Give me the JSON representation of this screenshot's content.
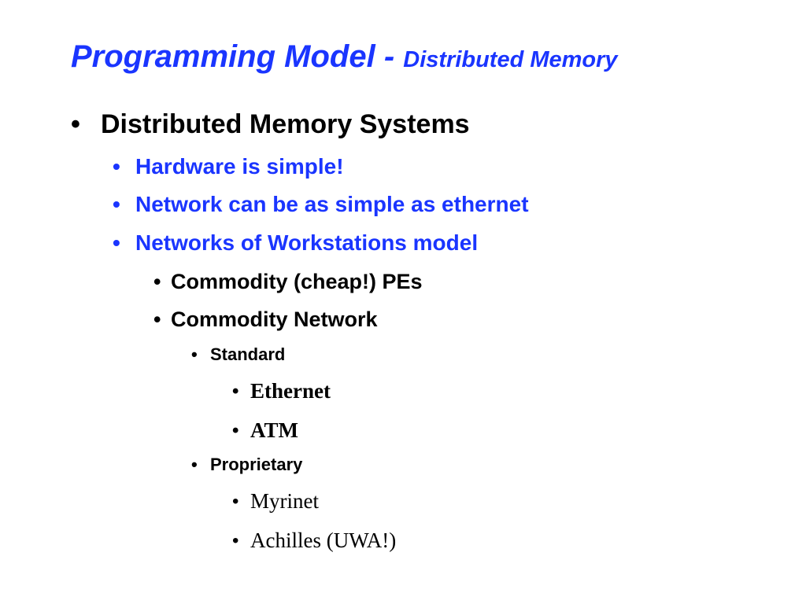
{
  "title": {
    "main": "Programming Model - ",
    "sub": "Distributed Memory"
  },
  "bullet_char": "•",
  "items": [
    {
      "text": "Distributed Memory Systems"
    },
    {
      "text": "Hardware is simple!"
    },
    {
      "text": "Network can be as simple as ethernet"
    },
    {
      "text": "Networks of Workstations model"
    },
    {
      "text": "Commodity (cheap!) PEs"
    },
    {
      "text": "Commodity Network"
    },
    {
      "text": "Standard"
    },
    {
      "text": "Ethernet"
    },
    {
      "text": "ATM"
    },
    {
      "text": "Proprietary"
    },
    {
      "text": "Myrinet"
    },
    {
      "text": "Achilles (UWA!)"
    }
  ],
  "colors": {
    "accent": "#1a35ff",
    "text": "#000000",
    "background": "#ffffff"
  }
}
